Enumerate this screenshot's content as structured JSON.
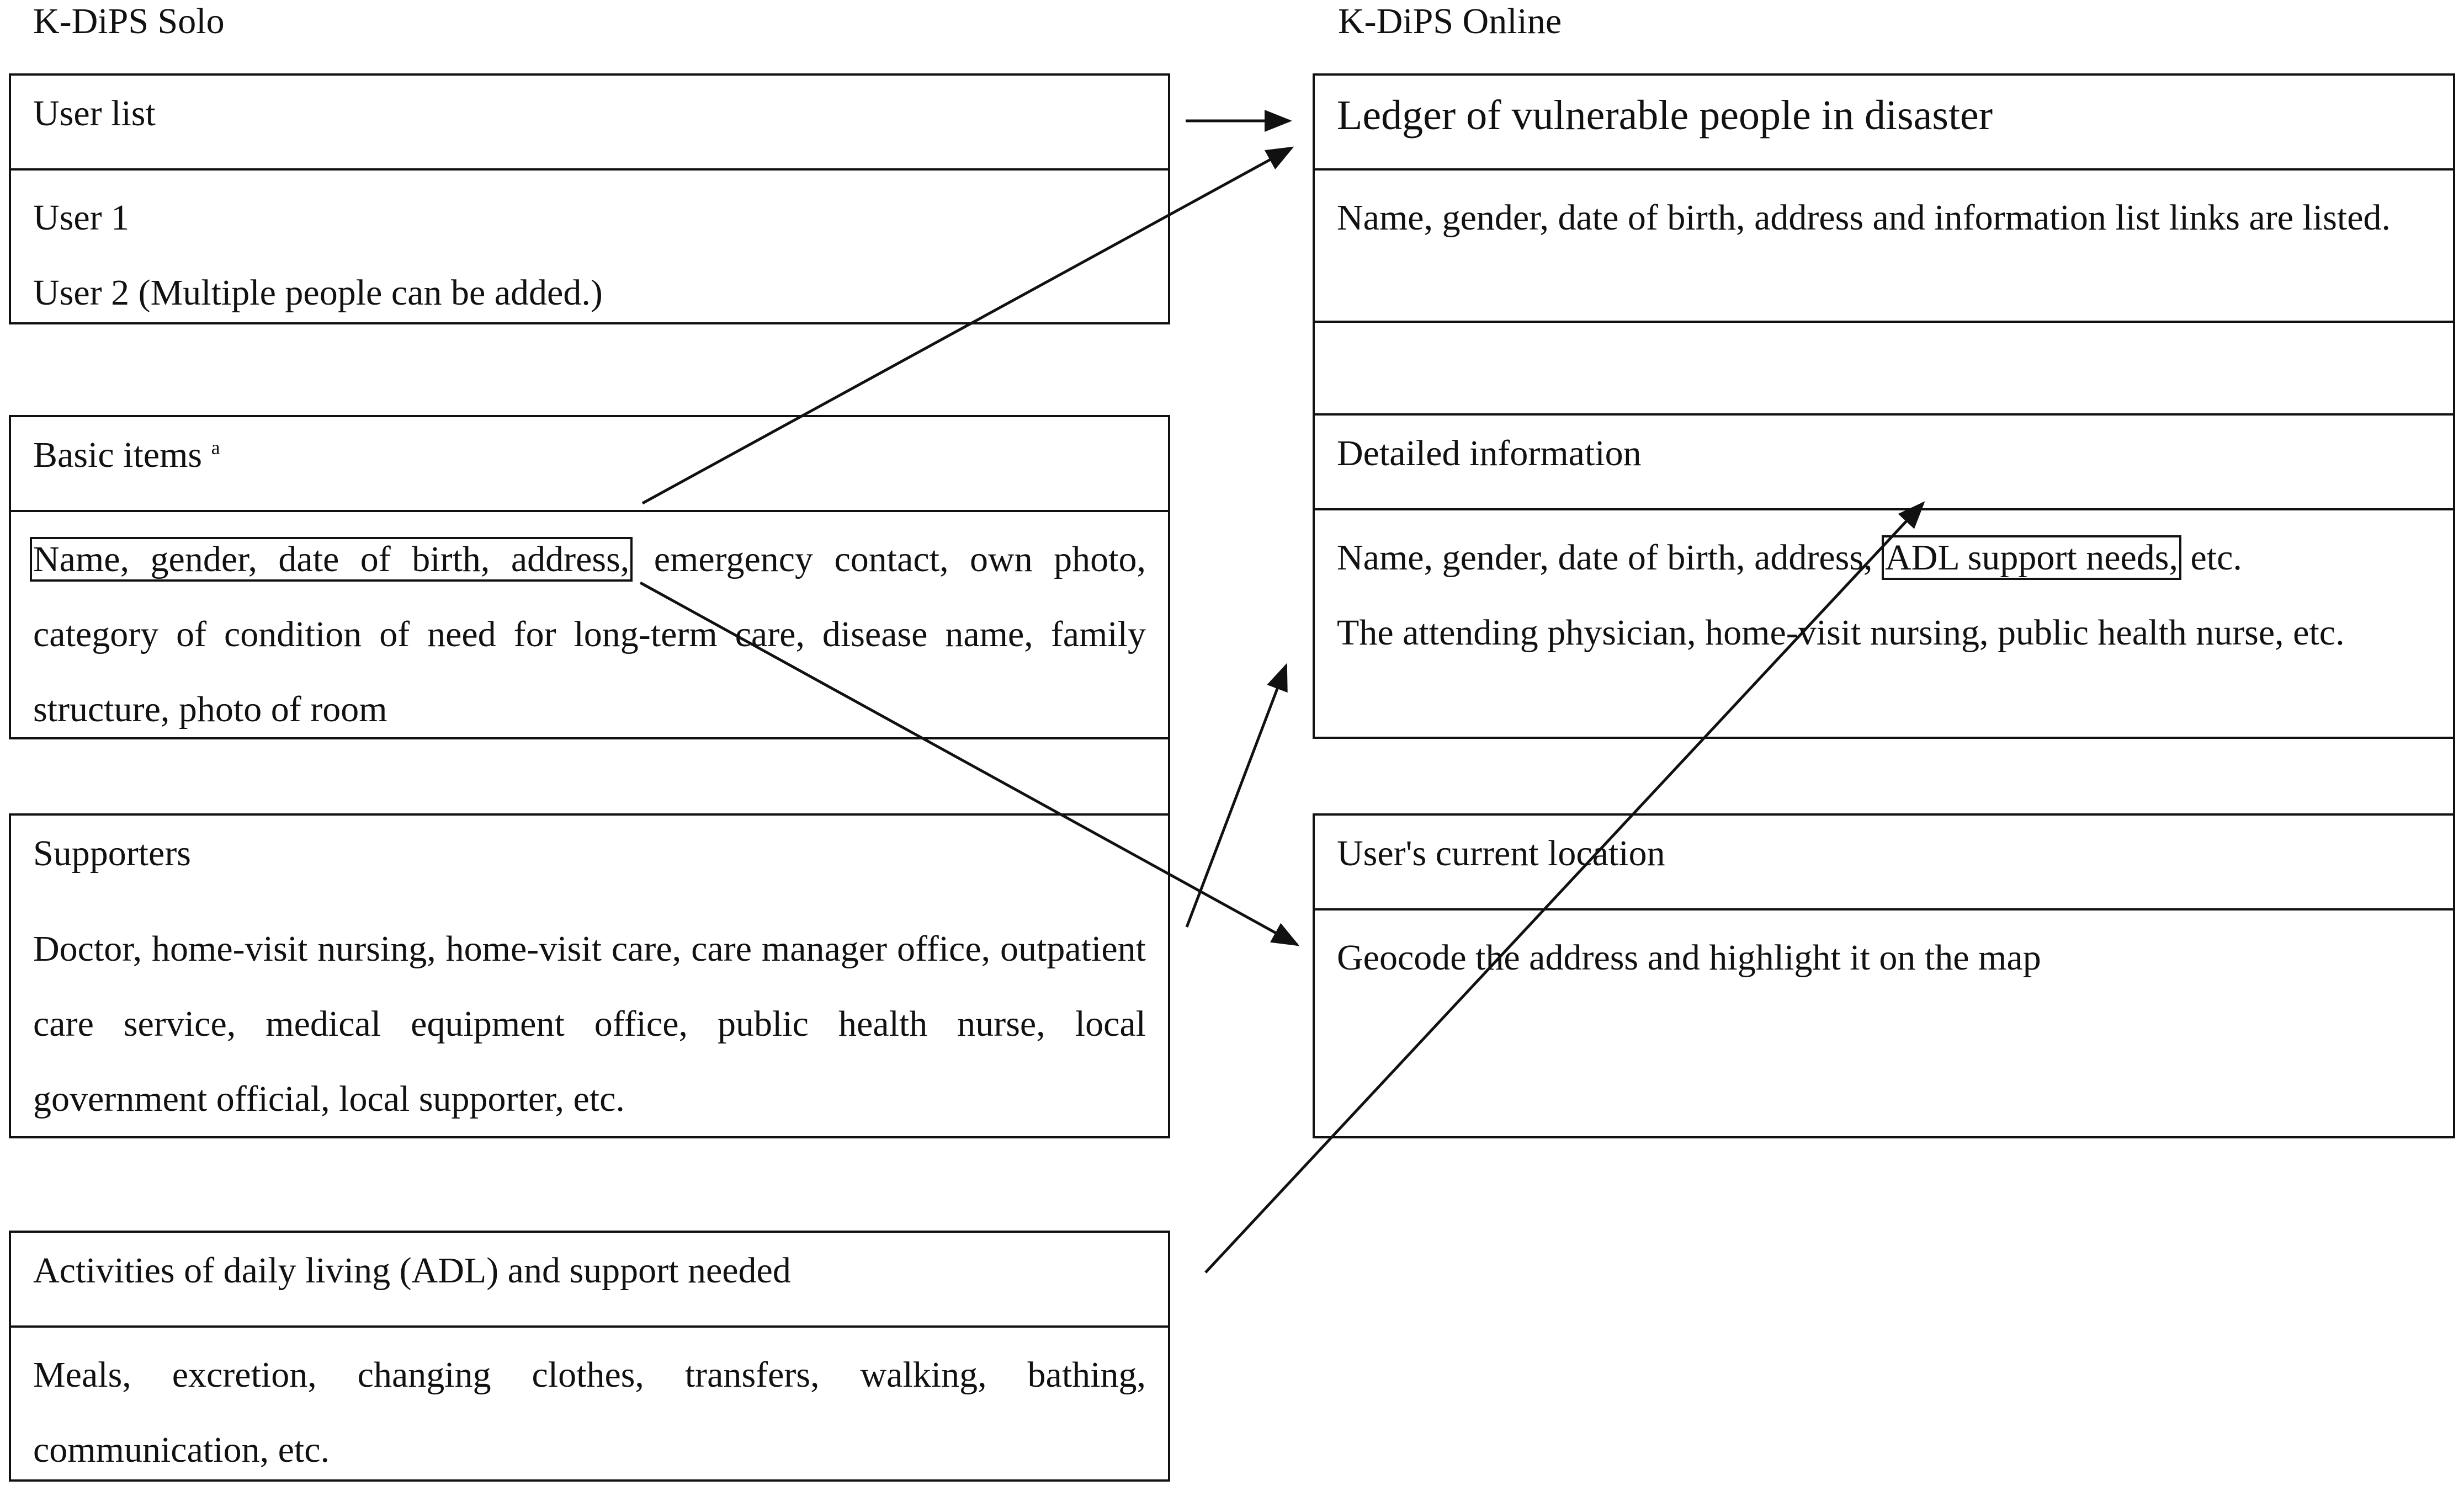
{
  "solo": {
    "title": "K-DiPS Solo",
    "user_list": {
      "header": "User list",
      "lines": [
        "User 1",
        "User 2 (Multiple people can be added.)"
      ]
    },
    "basic_items": {
      "header": "Basic items",
      "sup": "a",
      "boxed": "Name, gender, date of birth, address,",
      "text": " emergency contact, own photo, category of condition of need for long-term care, disease name, family structure, photo of room"
    },
    "supporters": {
      "header": "Supporters",
      "text": "Doctor, home-visit nursing, home-visit care, care manager office, outpatient care service, medical equipment office, public health nurse, local government official, local supporter, etc."
    },
    "adl": {
      "header": "Activities of daily living (ADL) and support needed",
      "text": "Meals, excretion, changing clothes, transfers, walking, bathing, communication, etc."
    }
  },
  "online": {
    "title": "K-DiPS Online",
    "ledger": {
      "header": "Ledger of vulnerable people in disaster",
      "text": "Name, gender, date of birth, address and information list links are listed."
    },
    "detailed": {
      "header": "Detailed information",
      "pre": "Name, gender, date of birth, address, ",
      "boxed": "ADL support needs,",
      "post": " etc.",
      "line2": "The attending physician, home-visit nursing, public health nurse, etc."
    },
    "location": {
      "header": "User's current location",
      "text": "Geocode the address and highlight it on the map"
    }
  }
}
